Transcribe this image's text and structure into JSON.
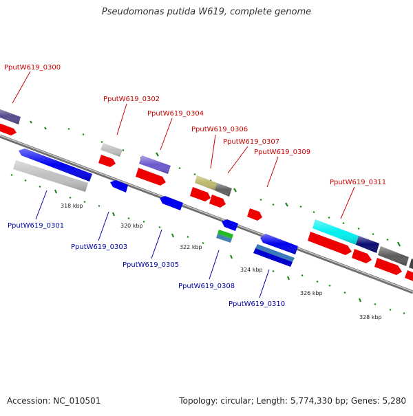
{
  "title": "Pseudomonas putida W619, complete genome",
  "footer": {
    "accession": "Accession: NC_010501",
    "summary": "Topology: circular; Length: 5,774,330 bp; Genes: 5,280"
  },
  "colors": {
    "forward_label": "#cc0000",
    "reverse_label": "#0000aa",
    "tick": "#1a8a1a",
    "backbone": "#808080"
  },
  "scale_labels": [
    "318 kbp",
    "320 kbp",
    "322 kbp",
    "324 kbp",
    "326 kbp",
    "328 kbp"
  ],
  "forward_labels": [
    "PputW619_0300",
    "PputW619_0302",
    "PputW619_0304",
    "PputW619_0306",
    "PputW619_0307",
    "PputW619_0309",
    "PputW619_0311"
  ],
  "reverse_labels": [
    "PputW619_0301",
    "PputW619_0303",
    "PputW619_0305",
    "PputW619_0308",
    "PputW619_0310"
  ]
}
